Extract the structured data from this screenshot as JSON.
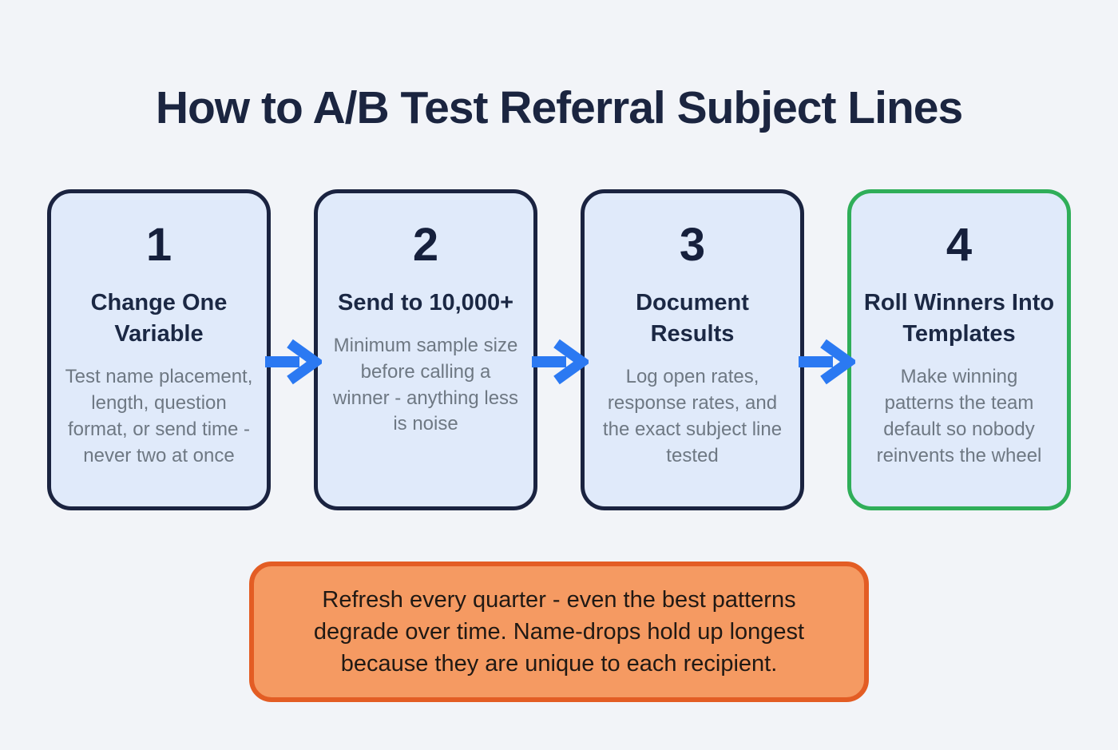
{
  "title": "How to A/B Test Referral Subject Lines",
  "steps": [
    {
      "number": "1",
      "heading": "Change One Variable",
      "body": "Test name placement, length, question format, or send time - never two at once"
    },
    {
      "number": "2",
      "heading": "Send to 10,000+",
      "body": "Minimum sample size before calling a winner - anything less is noise"
    },
    {
      "number": "3",
      "heading": "Document Results",
      "body": "Log open rates, response rates, and the exact subject line tested"
    },
    {
      "number": "4",
      "heading": "Roll Winners Into Templates",
      "body": "Make winning patterns the team default so nobody reinvents the wheel"
    }
  ],
  "callout": {
    "text": "Refresh every quarter - even the best patterns degrade over time. Name-drops hold up longest because they are unique to each recipient."
  },
  "icons": {
    "arrow": "right-arrow"
  },
  "colors": {
    "page_background": "#f2f4f8",
    "card_fill": "#e0eafa",
    "card_border_navy": "#1a2340",
    "card_border_green": "#2fae59",
    "arrow_blue": "#2b79f2",
    "callout_fill": "#f59a62",
    "callout_border": "#e35d24",
    "title_navy": "#1b2540",
    "body_gray": "#6e7883"
  }
}
